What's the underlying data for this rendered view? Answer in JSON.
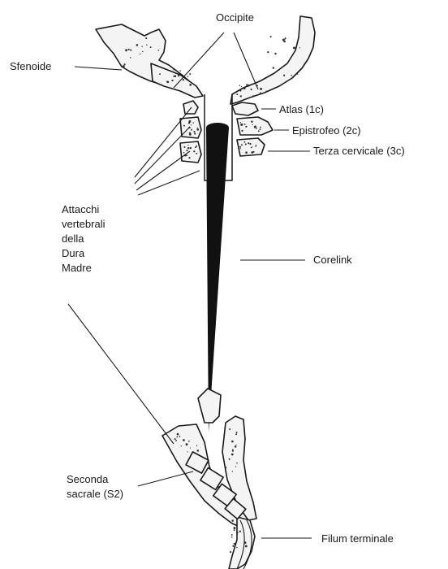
{
  "labels": {
    "occipite": "Occipite",
    "sfenoide": "Sfenoide",
    "atlas": "Atlas (1c)",
    "epistrofeo": "Epistrofeo (2c)",
    "terza_cervicale": "Terza cervicale (3c)",
    "attacchi": [
      "Attacchi",
      "vertebrali",
      "della",
      "Dura",
      "Madre"
    ],
    "corelink": "Corelink",
    "seconda_sacrale": [
      "Seconda",
      "sacrale (S2)"
    ],
    "filum": "Filum terminale"
  },
  "colors": {
    "ink": "#1a1a1a",
    "bone_fill": "#f4f4f4",
    "paper": "#ffffff"
  }
}
